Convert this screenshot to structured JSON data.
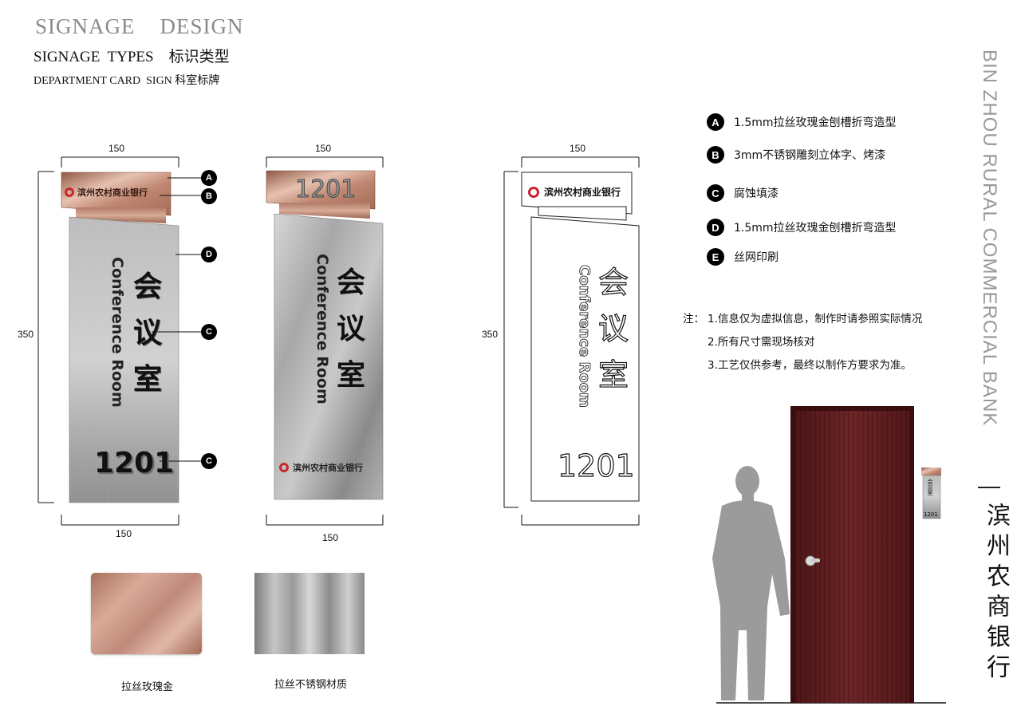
{
  "header": {
    "title": "SIGNAGE    DESIGN",
    "subtitle": "SIGNAGE  TYPES    标识类型",
    "sub_subtitle": "DEPARTMENT CARD  SIGN 科室标牌"
  },
  "dimensions": {
    "width": "150",
    "height": "350"
  },
  "sign": {
    "bank_name": "滨州农村商业银行",
    "room_number": "1201",
    "room_cn": "会议室",
    "room_cn_chars": [
      "会",
      "议",
      "室"
    ],
    "room_en": "Conference Room"
  },
  "callouts": [
    "A",
    "B",
    "D",
    "C",
    "C"
  ],
  "specs": [
    {
      "letter": "A",
      "text": "1.5mm拉丝玫瑰金刨槽折弯造型"
    },
    {
      "letter": "B",
      "text": "3mm不锈钢雕刻立体字、烤漆"
    },
    {
      "letter": "C",
      "text": "腐蚀填漆"
    },
    {
      "letter": "D",
      "text": "1.5mm拉丝玫瑰金刨槽折弯造型"
    },
    {
      "letter": "E",
      "text": "丝网印刷"
    }
  ],
  "notes": {
    "label": "注：",
    "lines": [
      "1.信息仅为虚拟信息，制作时请参照实际情况",
      "2.所有尺寸需现场核对",
      "3.工艺仅供参考，最终以制作方要求为准。"
    ]
  },
  "materials": [
    {
      "label": "拉丝玫瑰金"
    },
    {
      "label": "拉丝不锈钢材质"
    }
  ],
  "door_sign": {
    "room_cn": "会议室",
    "room_number": "1201"
  },
  "side_title_en": "BIN ZHOU  RURAL COMMERCIAL BANK",
  "side_title_cn": "滨州农商银行",
  "colors": {
    "rose_gold": "#c58e78",
    "steel": "#a9a9a9",
    "door": "#5a1a1c",
    "bank_red": "#c8262b"
  }
}
